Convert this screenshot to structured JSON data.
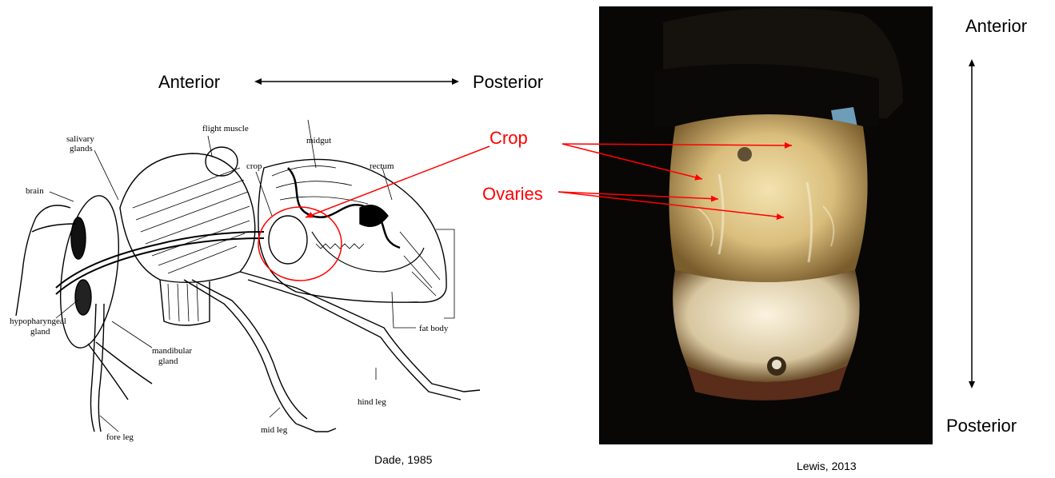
{
  "orientation_left": {
    "anterior": "Anterior",
    "posterior": "Posterior"
  },
  "orientation_right": {
    "anterior": "Anterior",
    "posterior": "Posterior"
  },
  "callouts": {
    "crop": "Crop",
    "ovaries": "Ovaries"
  },
  "diagram": {
    "labels": {
      "flight_muscle": "flight muscle",
      "salivary_glands_1": "salivary",
      "salivary_glands_2": "glands",
      "midgut": "midgut",
      "crop": "crop",
      "rectum": "rectum",
      "brain": "brain",
      "hypopharyngeal_1": "hypopharyngeal",
      "hypopharyngeal_2": "gland",
      "mandibular_1": "mandibular",
      "mandibular_2": "gland",
      "fat_body": "fat body",
      "hind_leg": "hind leg",
      "fore_leg": "fore leg",
      "mid_leg": "mid leg"
    },
    "caption": "Dade, 1985"
  },
  "photo": {
    "caption": "Lewis, 2013"
  },
  "colors": {
    "callout": "#ff0000",
    "text": "#000000",
    "photo_bg": "#080706",
    "tissue": "#e9d29a"
  }
}
